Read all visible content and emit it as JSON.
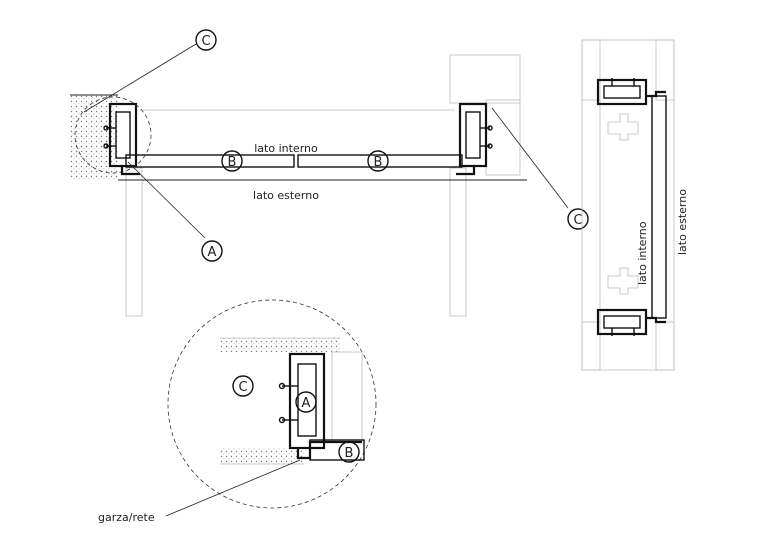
{
  "callouts": {
    "A": "A",
    "B": "B",
    "C": "C"
  },
  "labels": {
    "lato_interno": "lato interno",
    "lato_esterno": "lato esterno",
    "garza_rete": "garza/rete"
  },
  "colors": {
    "line": "#111111",
    "ghost_line": "#bdbdbd",
    "wall_dots": "#777777"
  }
}
